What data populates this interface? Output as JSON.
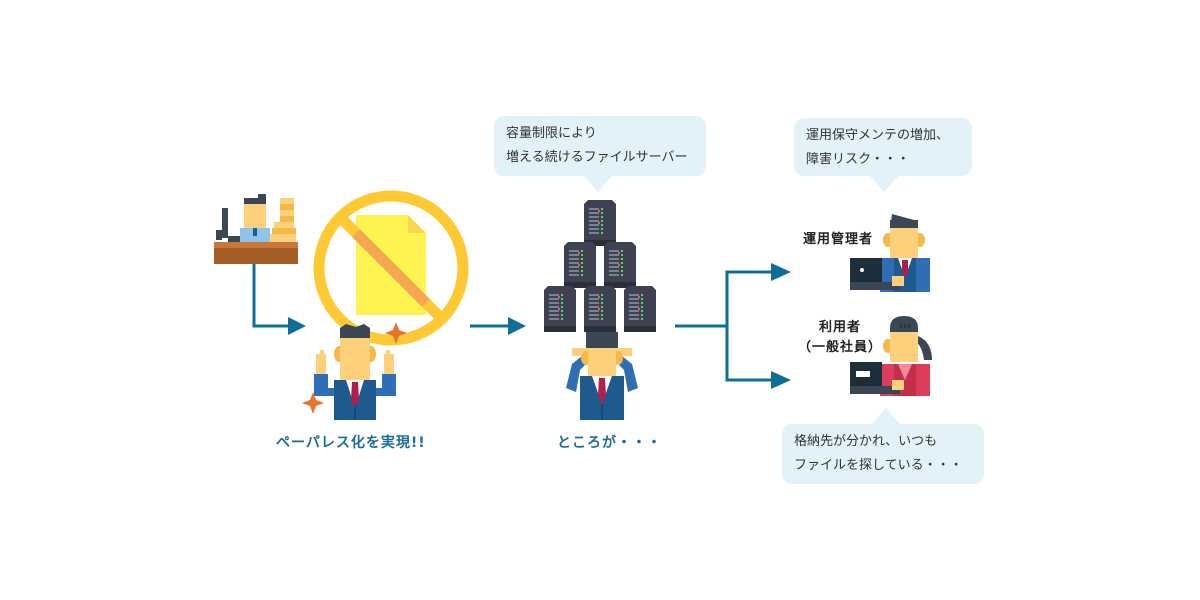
{
  "colors": {
    "arrow": "#0e6e96",
    "label": "#1a6b96",
    "bubble_bg": "#e3f1f9",
    "prohibit_ring": "#ffc933",
    "paper": "#fff352",
    "suit_blue": "#2f6eb5",
    "suit_dark": "#1f5a8f",
    "tie": "#b01e4a",
    "skin": "#fdd07c",
    "hair": "#3b4754",
    "sparkle": "#e8732a",
    "server": "#3e4250",
    "woman_suit": "#dc3d5a"
  },
  "stages": [
    {
      "id": "paperless",
      "caption": "ペーパレス化を実現!!"
    },
    {
      "id": "servers",
      "caption": "ところが・・・",
      "bubble": {
        "line1": "容量制限により",
        "line2": "増える続けるファイルサーバー"
      }
    },
    {
      "id": "consequences",
      "bubble_top": {
        "line1": "運用保守メンテの増加、",
        "line2": "障害リスク・・・"
      },
      "bubble_bottom": {
        "line1": "格納先が分かれ、いつも",
        "line2": "ファイルを探している・・・"
      },
      "roles": [
        {
          "id": "admin",
          "label": "運用管理者"
        },
        {
          "id": "user",
          "label_line1": "利用者",
          "label_line2": "（一般社員）"
        }
      ]
    }
  ]
}
